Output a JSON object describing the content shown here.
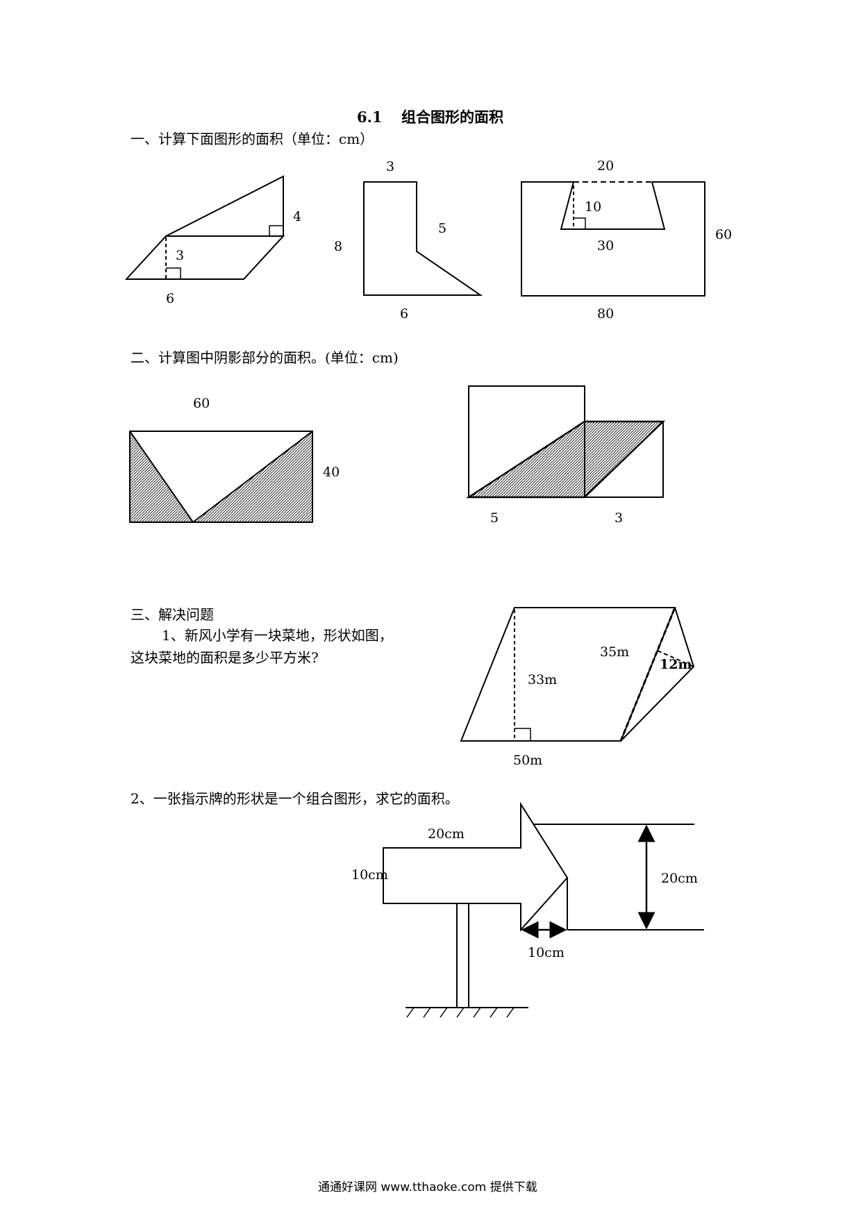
{
  "title": {
    "number": "6.1",
    "text": "组合图形的面积"
  },
  "section1": {
    "heading": "一、计算下面图形的面积（单位：cm）",
    "fig1": {
      "height": "3",
      "base": "6",
      "side": "4"
    },
    "fig2": {
      "top": "3",
      "left": "8",
      "right": "5",
      "bottom": "6"
    },
    "fig3": {
      "top": "20",
      "height": "10",
      "bottom_trap": "30",
      "right": "60",
      "bottom": "80"
    }
  },
  "section2": {
    "heading": "二、计算图中阴影部分的面积。(单位：cm)",
    "fig1": {
      "width": "60",
      "height": "40"
    },
    "fig2": {
      "left": "5",
      "right": "3"
    }
  },
  "section3": {
    "heading": "三、解决问题",
    "q1": {
      "line1": "1、新风小学有一块菜地，形状如图，",
      "line2": "这块菜地的面积是多少平方米?",
      "height": "33m",
      "slant": "35m",
      "tri_height": "12m",
      "base": "50m"
    },
    "q2": {
      "text": "2、一张指示牌的形状是一个组合图形，求它的面积。",
      "length": "20cm",
      "width": "10cm",
      "head_height": "20cm",
      "head_width": "10cm"
    }
  },
  "footer": "通通好课网  www.tthaoke.com  提供下载"
}
